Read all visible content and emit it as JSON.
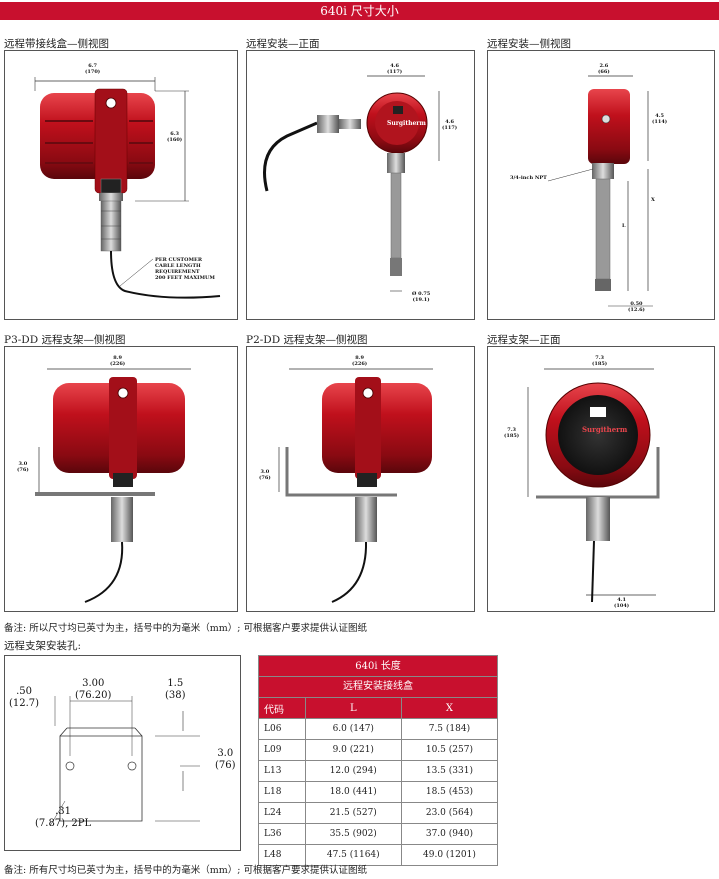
{
  "title": "640i 尺寸大小",
  "panels": {
    "p1": {
      "caption": "远程带接线盒—侧视图",
      "d1": "6.7\n(170)",
      "d2": "6.3\n(160)",
      "callout": "PER CUSTOMER\nCABLE LENGTH\nREQUIREMENT\n200 FEET MAXIMUM"
    },
    "p2": {
      "caption": "远程安装—正面",
      "d1": "4.6\n(117)",
      "d2": "4.6\n(117)",
      "d3": "Ø 0.75\n(19.1)",
      "logo": "Surgitherm"
    },
    "p3": {
      "caption": "远程安装—侧视图",
      "d1": "2.6\n(66)",
      "d2": "4.5\n(114)",
      "npt": "3/4-inch NPT",
      "x": "X",
      "l": "L",
      "d3": "0.50\n(12.6)"
    },
    "p4": {
      "caption": "P3-DD  远程支架—侧视图",
      "d1": "8.9\n(226)",
      "d2": "3.0\n(76)"
    },
    "p5": {
      "caption": "P2-DD  远程支架—侧视图",
      "d1": "8.9\n(226)",
      "d2": "3.0\n(76)"
    },
    "p6": {
      "caption": "远程支架—正面",
      "d1": "7.3\n(185)",
      "d2": "7.3\n(185)",
      "d3": "4.1\n(104)",
      "logo": "Surgitherm"
    }
  },
  "note1": "备注: 所以尺寸均已英寸为主，括号中的为毫米（mm）; 可根据客户要求提供认证图纸",
  "mount": {
    "caption": "远程支架安装孔:",
    "d_50": ".50\n(12.7)",
    "d_300": "3.00\n(76.20)",
    "d_15": "1.5\n(38)",
    "d_30": "3.0\n(76)",
    "d_31": ".31\n(7.87), 2PL"
  },
  "table": {
    "title": "640i  长度",
    "subtitle": "远程安装接线盒",
    "headers": [
      "代码",
      "L",
      "X"
    ],
    "rows": [
      [
        "L06",
        "6.0 (147)",
        "7.5 (184)"
      ],
      [
        "L09",
        "9.0 (221)",
        "10.5 (257)"
      ],
      [
        "L13",
        "12.0 (294)",
        "13.5 (331)"
      ],
      [
        "L18",
        "18.0 (441)",
        "18.5 (453)"
      ],
      [
        "L24",
        "21.5 (527)",
        "23.0 (564)"
      ],
      [
        "L36",
        "35.5 (902)",
        "37.0 (940)"
      ],
      [
        "L48",
        "47.5 (1164)",
        "49.0 (1201)"
      ]
    ]
  },
  "note2": "备注: 所有尺寸均已英寸为主，括号中的为毫米（mm）; 可根据客户要求提供认证图纸",
  "colors": {
    "accent": "#c8102e",
    "housing": "#b3121e"
  }
}
